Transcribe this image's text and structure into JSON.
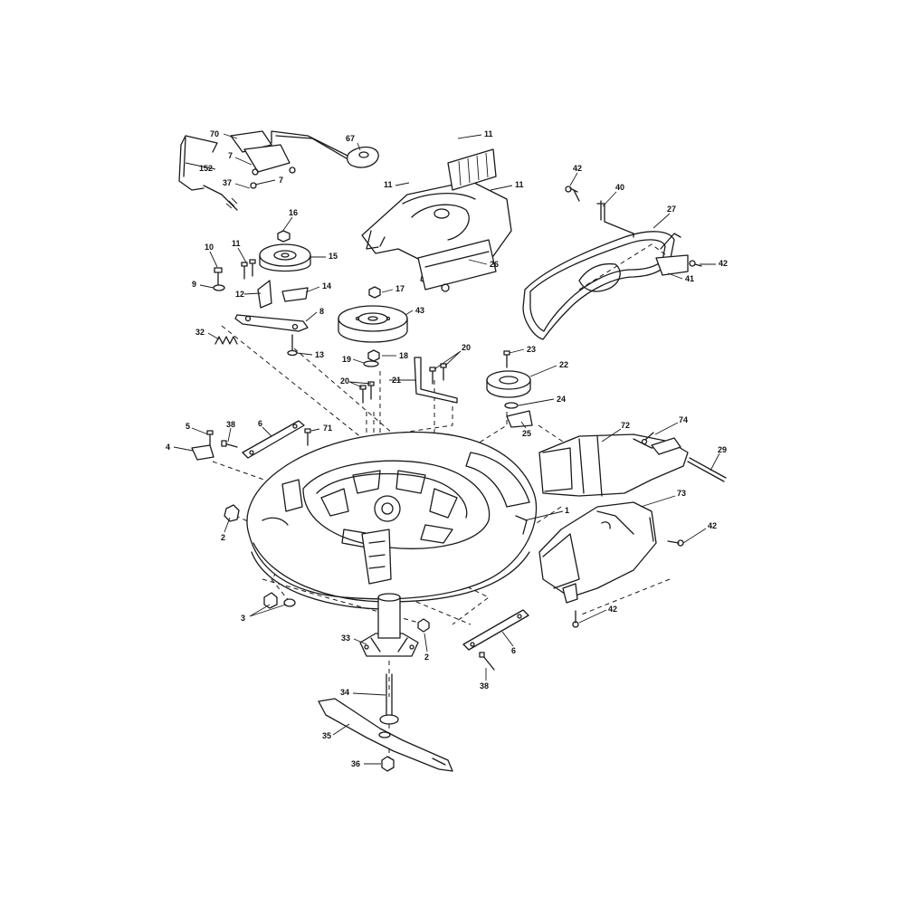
{
  "diagram": {
    "callouts": [
      {
        "label": "70"
      },
      {
        "label": "67"
      },
      {
        "label": "7"
      },
      {
        "label": "152"
      },
      {
        "label": "7"
      },
      {
        "label": "37"
      },
      {
        "label": "11"
      },
      {
        "label": "11"
      },
      {
        "label": "11"
      },
      {
        "label": "42"
      },
      {
        "label": "40"
      },
      {
        "label": "27"
      },
      {
        "label": "42"
      },
      {
        "label": "41"
      },
      {
        "label": "16"
      },
      {
        "label": "10"
      },
      {
        "label": "11"
      },
      {
        "label": "15"
      },
      {
        "label": "9"
      },
      {
        "label": "12"
      },
      {
        "label": "14"
      },
      {
        "label": "17"
      },
      {
        "label": "26"
      },
      {
        "label": "43"
      },
      {
        "label": "8"
      },
      {
        "label": "32"
      },
      {
        "label": "13"
      },
      {
        "label": "19"
      },
      {
        "label": "18"
      },
      {
        "label": "20"
      },
      {
        "label": "23"
      },
      {
        "label": "22"
      },
      {
        "label": "21"
      },
      {
        "label": "20"
      },
      {
        "label": "24"
      },
      {
        "label": "5"
      },
      {
        "label": "38"
      },
      {
        "label": "6"
      },
      {
        "label": "71"
      },
      {
        "label": "25"
      },
      {
        "label": "72"
      },
      {
        "label": "74"
      },
      {
        "label": "4"
      },
      {
        "label": "29"
      },
      {
        "label": "73"
      },
      {
        "label": "1"
      },
      {
        "label": "2"
      },
      {
        "label": "42"
      },
      {
        "label": "3"
      },
      {
        "label": "42"
      },
      {
        "label": "33"
      },
      {
        "label": "2"
      },
      {
        "label": "6"
      },
      {
        "label": "38"
      },
      {
        "label": "34"
      },
      {
        "label": "35"
      },
      {
        "label": "36"
      }
    ]
  }
}
